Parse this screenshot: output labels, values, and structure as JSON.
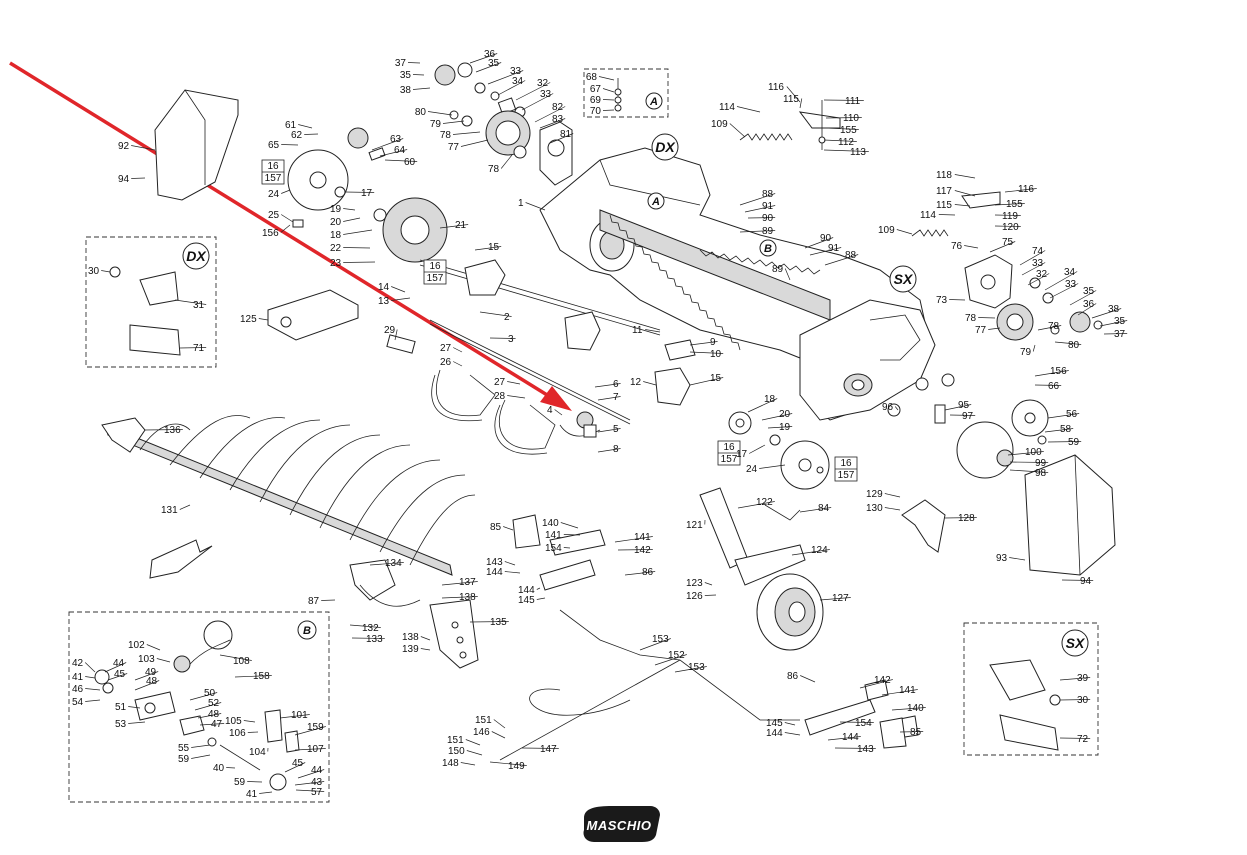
{
  "diagram": {
    "brand": "MASCHIO",
    "view_tags": {
      "dx_main": "DX",
      "sx_main": "SX",
      "dx_inset": "DX",
      "sx_inset": "SX",
      "a_inset": "A",
      "b_inset": "B",
      "a_main": "A",
      "b_main": "B"
    },
    "boxed_refs": {
      "r1_top": "16",
      "r1_bot": "157",
      "r2_top": "16",
      "r2_bot": "157",
      "r3_top": "16",
      "r3_bot": "157",
      "r4_top": "16",
      "r4_bot": "157"
    },
    "labels": [
      {
        "id": "l37a",
        "t": "37"
      },
      {
        "id": "l36a",
        "t": "36"
      },
      {
        "id": "l35a",
        "t": "35"
      },
      {
        "id": "l35b",
        "t": "35"
      },
      {
        "id": "l33a",
        "t": "33"
      },
      {
        "id": "l34a",
        "t": "34"
      },
      {
        "id": "l32a",
        "t": "32"
      },
      {
        "id": "l33b",
        "t": "33"
      },
      {
        "id": "l38a",
        "t": "38"
      },
      {
        "id": "l80a",
        "t": "80"
      },
      {
        "id": "l79a",
        "t": "79"
      },
      {
        "id": "l78a",
        "t": "78"
      },
      {
        "id": "l77a",
        "t": "77"
      },
      {
        "id": "l78b",
        "t": "78"
      },
      {
        "id": "l82a",
        "t": "82"
      },
      {
        "id": "l83a",
        "t": "83"
      },
      {
        "id": "l81a",
        "t": "81"
      },
      {
        "id": "l68",
        "t": "68"
      },
      {
        "id": "l67",
        "t": "67"
      },
      {
        "id": "l69",
        "t": "69"
      },
      {
        "id": "l70",
        "t": "70"
      },
      {
        "id": "l116a",
        "t": "116"
      },
      {
        "id": "l115a",
        "t": "115"
      },
      {
        "id": "l111",
        "t": "111"
      },
      {
        "id": "l114a",
        "t": "114"
      },
      {
        "id": "l110",
        "t": "110"
      },
      {
        "id": "l109a",
        "t": "109"
      },
      {
        "id": "l155a",
        "t": "155"
      },
      {
        "id": "l112",
        "t": "112"
      },
      {
        "id": "l113",
        "t": "113"
      },
      {
        "id": "l92",
        "t": "92"
      },
      {
        "id": "l94a",
        "t": "94"
      },
      {
        "id": "l61",
        "t": "61"
      },
      {
        "id": "l62",
        "t": "62"
      },
      {
        "id": "l65",
        "t": "65"
      },
      {
        "id": "l63",
        "t": "63"
      },
      {
        "id": "l64",
        "t": "64"
      },
      {
        "id": "l60",
        "t": "60"
      },
      {
        "id": "l24a",
        "t": "24"
      },
      {
        "id": "l17a",
        "t": "17"
      },
      {
        "id": "l25",
        "t": "25"
      },
      {
        "id": "l19a",
        "t": "19"
      },
      {
        "id": "l20a",
        "t": "20"
      },
      {
        "id": "l18a",
        "t": "18"
      },
      {
        "id": "l156a",
        "t": "156"
      },
      {
        "id": "l21",
        "t": "21"
      },
      {
        "id": "l22",
        "t": "22"
      },
      {
        "id": "l23",
        "t": "23"
      },
      {
        "id": "l1",
        "t": "1"
      },
      {
        "id": "l88a",
        "t": "88"
      },
      {
        "id": "l91a",
        "t": "91"
      },
      {
        "id": "l90a",
        "t": "90"
      },
      {
        "id": "l89a",
        "t": "89"
      },
      {
        "id": "l15a",
        "t": "15"
      },
      {
        "id": "l118",
        "t": "118"
      },
      {
        "id": "l117",
        "t": "117"
      },
      {
        "id": "l116b",
        "t": "116"
      },
      {
        "id": "l115b",
        "t": "115"
      },
      {
        "id": "l155b",
        "t": "155"
      },
      {
        "id": "l119",
        "t": "119"
      },
      {
        "id": "l120",
        "t": "120"
      },
      {
        "id": "l114b",
        "t": "114"
      },
      {
        "id": "l109b",
        "t": "109"
      },
      {
        "id": "l30a",
        "t": "30"
      },
      {
        "id": "l31",
        "t": "31"
      },
      {
        "id": "l71",
        "t": "71"
      },
      {
        "id": "l14",
        "t": "14"
      },
      {
        "id": "l13",
        "t": "13"
      },
      {
        "id": "l125",
        "t": "125"
      },
      {
        "id": "l2",
        "t": "2"
      },
      {
        "id": "l90b",
        "t": "90"
      },
      {
        "id": "l91b",
        "t": "91"
      },
      {
        "id": "l88b",
        "t": "88"
      },
      {
        "id": "l89b",
        "t": "89"
      },
      {
        "id": "l76",
        "t": "76"
      },
      {
        "id": "l75",
        "t": "75"
      },
      {
        "id": "l74",
        "t": "74"
      },
      {
        "id": "l33c",
        "t": "33"
      },
      {
        "id": "l32b",
        "t": "32"
      },
      {
        "id": "l34b",
        "t": "34"
      },
      {
        "id": "l33d",
        "t": "33"
      },
      {
        "id": "l35c",
        "t": "35"
      },
      {
        "id": "l36b",
        "t": "36"
      },
      {
        "id": "l38b",
        "t": "38"
      },
      {
        "id": "l35d",
        "t": "35"
      },
      {
        "id": "l37b",
        "t": "37"
      },
      {
        "id": "l73",
        "t": "73"
      },
      {
        "id": "l78c",
        "t": "78"
      },
      {
        "id": "l77b",
        "t": "77"
      },
      {
        "id": "l78d",
        "t": "78"
      },
      {
        "id": "l79b",
        "t": "79"
      },
      {
        "id": "l80b",
        "t": "80"
      },
      {
        "id": "l29",
        "t": "29"
      },
      {
        "id": "l3",
        "t": "3"
      },
      {
        "id": "l11",
        "t": "11"
      },
      {
        "id": "l9",
        "t": "9"
      },
      {
        "id": "l10",
        "t": "10"
      },
      {
        "id": "l27a",
        "t": "27"
      },
      {
        "id": "l26",
        "t": "26"
      },
      {
        "id": "l12",
        "t": "12"
      },
      {
        "id": "l15b",
        "t": "15"
      },
      {
        "id": "l27b",
        "t": "27"
      },
      {
        "id": "l28",
        "t": "28"
      },
      {
        "id": "l6",
        "t": "6"
      },
      {
        "id": "l7",
        "t": "7"
      },
      {
        "id": "l4",
        "t": "4"
      },
      {
        "id": "l5",
        "t": "5"
      },
      {
        "id": "l8",
        "t": "8"
      },
      {
        "id": "l156b",
        "t": "156"
      },
      {
        "id": "l66",
        "t": "66"
      },
      {
        "id": "l18b",
        "t": "18"
      },
      {
        "id": "l20b",
        "t": "20"
      },
      {
        "id": "l19b",
        "t": "19"
      },
      {
        "id": "l95",
        "t": "95"
      },
      {
        "id": "l96",
        "t": "96"
      },
      {
        "id": "l97",
        "t": "97"
      },
      {
        "id": "l56",
        "t": "56"
      },
      {
        "id": "l58",
        "t": "58"
      },
      {
        "id": "l59a",
        "t": "59"
      },
      {
        "id": "l17b",
        "t": "17"
      },
      {
        "id": "l24b",
        "t": "24"
      },
      {
        "id": "l100",
        "t": "100"
      },
      {
        "id": "l99",
        "t": "99"
      },
      {
        "id": "l98",
        "t": "98"
      },
      {
        "id": "l136",
        "t": "136"
      },
      {
        "id": "l131",
        "t": "131"
      },
      {
        "id": "l122",
        "t": "122"
      },
      {
        "id": "l84",
        "t": "84"
      },
      {
        "id": "l121",
        "t": "121"
      },
      {
        "id": "l129",
        "t": "129"
      },
      {
        "id": "l130",
        "t": "130"
      },
      {
        "id": "l128",
        "t": "128"
      },
      {
        "id": "l93",
        "t": "93"
      },
      {
        "id": "l94b",
        "t": "94"
      },
      {
        "id": "l85a",
        "t": "85"
      },
      {
        "id": "l140a",
        "t": "140"
      },
      {
        "id": "l141a",
        "t": "141"
      },
      {
        "id": "l154a",
        "t": "154"
      },
      {
        "id": "l141b",
        "t": "141"
      },
      {
        "id": "l142a",
        "t": "142"
      },
      {
        "id": "l143a",
        "t": "143"
      },
      {
        "id": "l144a",
        "t": "144"
      },
      {
        "id": "l144b",
        "t": "144"
      },
      {
        "id": "l145a",
        "t": "145"
      },
      {
        "id": "l86a",
        "t": "86"
      },
      {
        "id": "l124",
        "t": "124"
      },
      {
        "id": "l123",
        "t": "123"
      },
      {
        "id": "l126",
        "t": "126"
      },
      {
        "id": "l127",
        "t": "127"
      },
      {
        "id": "l134",
        "t": "134"
      },
      {
        "id": "l137",
        "t": "137"
      },
      {
        "id": "l138a",
        "t": "138"
      },
      {
        "id": "l87",
        "t": "87"
      },
      {
        "id": "l132",
        "t": "132"
      },
      {
        "id": "l133",
        "t": "133"
      },
      {
        "id": "l135",
        "t": "135"
      },
      {
        "id": "l138b",
        "t": "138"
      },
      {
        "id": "l139",
        "t": "139"
      },
      {
        "id": "l153a",
        "t": "153"
      },
      {
        "id": "l152",
        "t": "152"
      },
      {
        "id": "l153b",
        "t": "153"
      },
      {
        "id": "l102",
        "t": "102"
      },
      {
        "id": "l103",
        "t": "103"
      },
      {
        "id": "l108",
        "t": "108"
      },
      {
        "id": "l42",
        "t": "42"
      },
      {
        "id": "l44a",
        "t": "44"
      },
      {
        "id": "l41a",
        "t": "41"
      },
      {
        "id": "l45a",
        "t": "45"
      },
      {
        "id": "l49",
        "t": "49"
      },
      {
        "id": "l158",
        "t": "158"
      },
      {
        "id": "l46",
        "t": "46"
      },
      {
        "id": "l48a",
        "t": "48"
      },
      {
        "id": "l54",
        "t": "54"
      },
      {
        "id": "l50",
        "t": "50"
      },
      {
        "id": "l51",
        "t": "51"
      },
      {
        "id": "l52",
        "t": "52"
      },
      {
        "id": "l48b",
        "t": "48"
      },
      {
        "id": "l47",
        "t": "47"
      },
      {
        "id": "l53",
        "t": "53"
      },
      {
        "id": "l105",
        "t": "105"
      },
      {
        "id": "l106",
        "t": "106"
      },
      {
        "id": "l101",
        "t": "101"
      },
      {
        "id": "l159",
        "t": "159"
      },
      {
        "id": "l55",
        "t": "55"
      },
      {
        "id": "l104",
        "t": "104"
      },
      {
        "id": "l107",
        "t": "107"
      },
      {
        "id": "l59b",
        "t": "59"
      },
      {
        "id": "l40",
        "t": "40"
      },
      {
        "id": "l45b",
        "t": "45"
      },
      {
        "id": "l44b",
        "t": "44"
      },
      {
        "id": "l59c",
        "t": "59"
      },
      {
        "id": "l43",
        "t": "43"
      },
      {
        "id": "l41b",
        "t": "41"
      },
      {
        "id": "l57",
        "t": "57"
      },
      {
        "id": "l151a",
        "t": "151"
      },
      {
        "id": "l146",
        "t": "146"
      },
      {
        "id": "l151b",
        "t": "151"
      },
      {
        "id": "l147",
        "t": "147"
      },
      {
        "id": "l150",
        "t": "150"
      },
      {
        "id": "l148",
        "t": "148"
      },
      {
        "id": "l149",
        "t": "149"
      },
      {
        "id": "l86b",
        "t": "86"
      },
      {
        "id": "l142b",
        "t": "142"
      },
      {
        "id": "l141c",
        "t": "141"
      },
      {
        "id": "l140b",
        "t": "140"
      },
      {
        "id": "l145b",
        "t": "145"
      },
      {
        "id": "l154b",
        "t": "154"
      },
      {
        "id": "l85b",
        "t": "85"
      },
      {
        "id": "l144c",
        "t": "144"
      },
      {
        "id": "l144d",
        "t": "144"
      },
      {
        "id": "l143b",
        "t": "143"
      },
      {
        "id": "l39",
        "t": "39"
      },
      {
        "id": "l30b",
        "t": "30"
      },
      {
        "id": "l72",
        "t": "72"
      }
    ],
    "colors": {
      "pointer_arrow": "#e0262a",
      "ink": "#222222",
      "brand_bg": "#1a1a1a"
    }
  }
}
